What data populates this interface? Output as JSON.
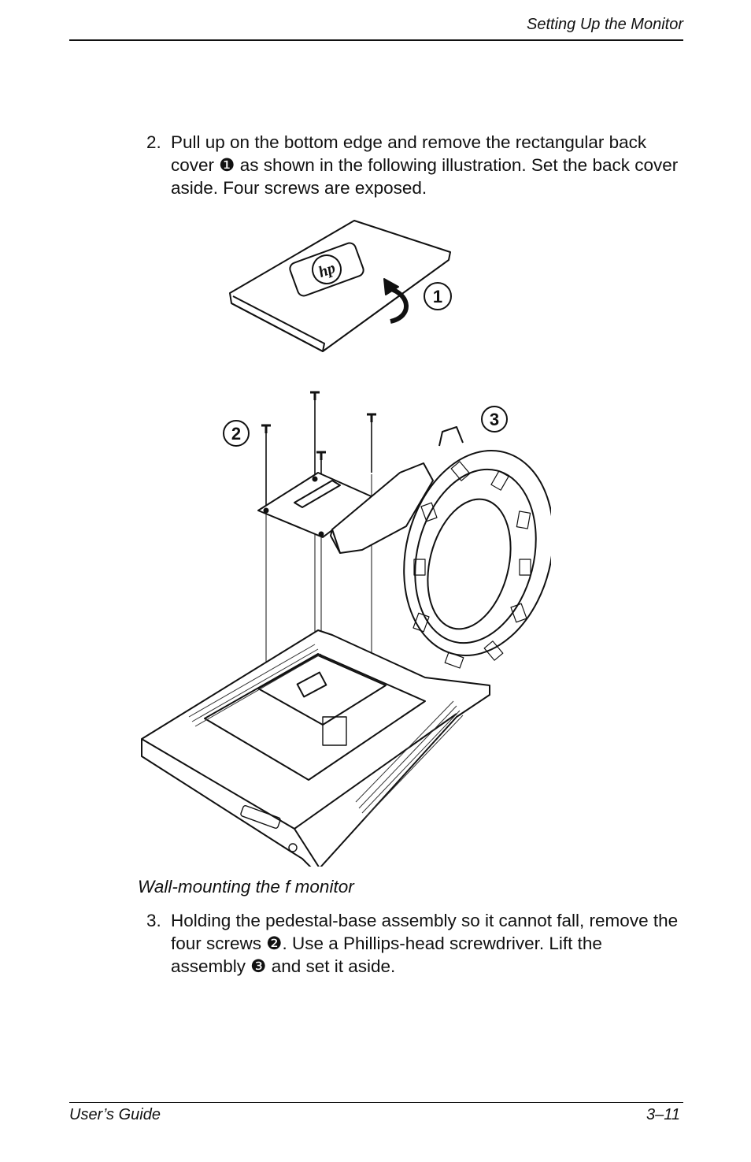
{
  "header": {
    "section_title": "Setting Up the Monitor"
  },
  "steps": [
    {
      "number": "2.",
      "text": "Pull up on the bottom edge and remove the rectangular back cover ❶ as shown in the following illustration. Set the back cover aside. Four screws are exposed."
    },
    {
      "number": "3.",
      "text": "Holding the pedestal-base assembly so it cannot fall, remove the four screws ❷. Use a Phillips-head screwdriver. Lift the assembly ❸ and set it aside."
    }
  ],
  "figure": {
    "caption": "Wall-mounting the f monitor",
    "callouts": [
      "1",
      "2",
      "3"
    ],
    "logo_text": "hp"
  },
  "footer": {
    "left": "User’s Guide",
    "right": "3–11"
  }
}
